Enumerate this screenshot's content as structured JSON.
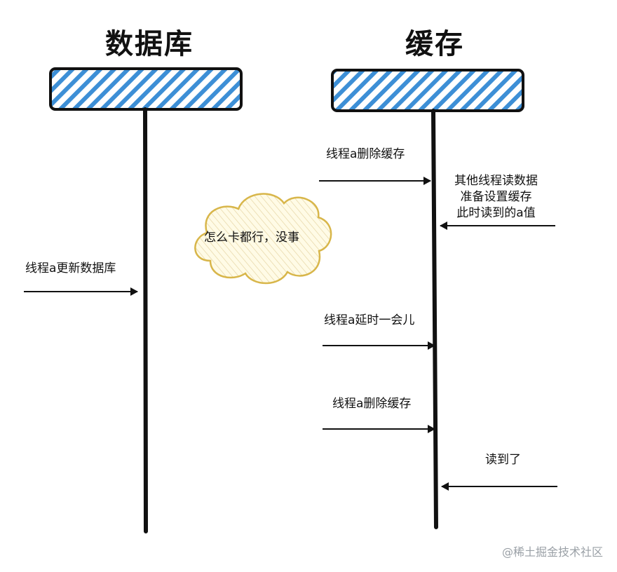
{
  "columns": {
    "database_title": "数据库",
    "cache_title": "缓存"
  },
  "messages": {
    "cache_delete_1": "线程a删除缓存",
    "other_thread_lines": [
      "其他线程读数据",
      "准备设置缓存",
      "此时读到的a值"
    ],
    "db_update": "线程a更新数据库",
    "delay": "线程a延时一会儿",
    "cache_delete_2": "线程a删除缓存",
    "read_done": "读到了"
  },
  "cloud": {
    "text": "怎么卡都行，没事"
  },
  "watermark": "@稀土掘金技术社区",
  "colors": {
    "hatch": "#3d8fd6",
    "stroke": "#111111",
    "cloud_fill": "#fffbe6",
    "cloud_stroke": "#d8b64a"
  }
}
